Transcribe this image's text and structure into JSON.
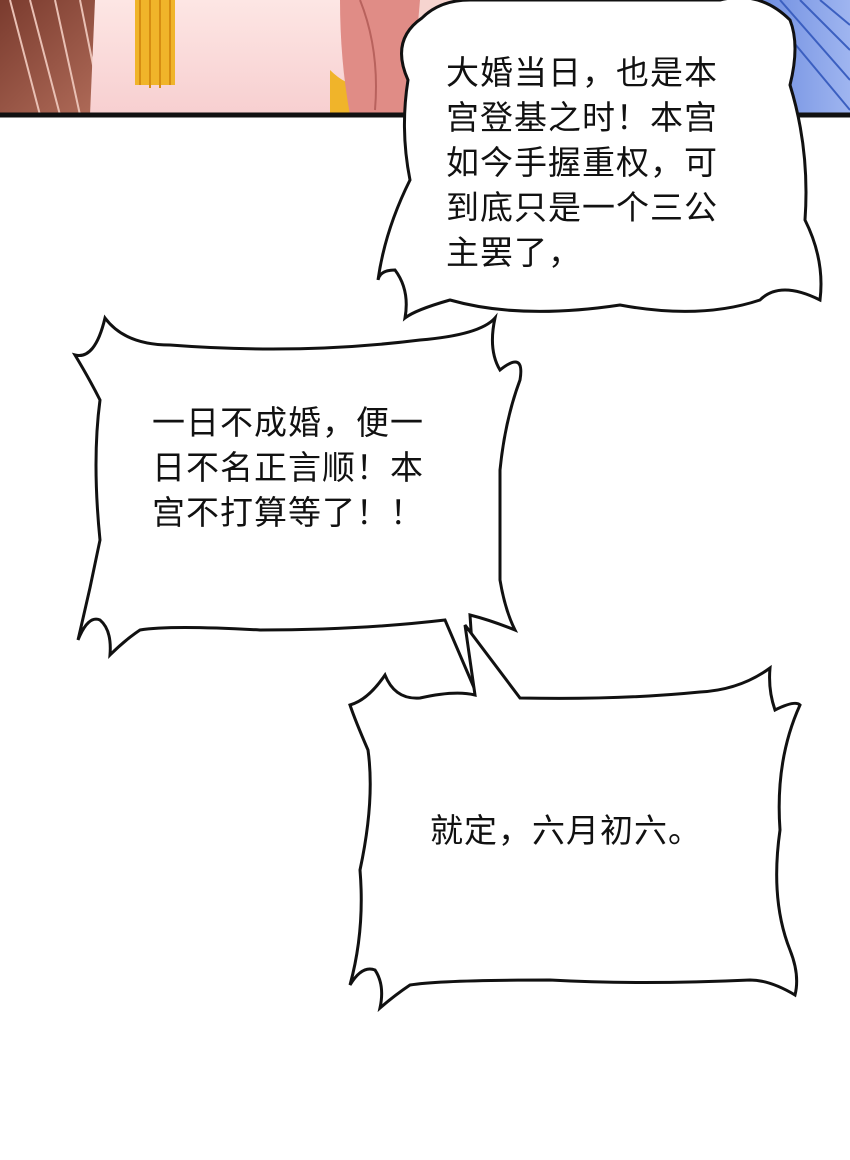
{
  "bubbles": [
    {
      "text": "大婚当日，也是本\n宫登基之时！本宫\n如今手握重权，可\n到底只是一个三公\n主罢了，"
    },
    {
      "text": "一日不成婚，便一\n日不名正言顺！本\n宫不打算等了！！"
    },
    {
      "text": "就定，六月初六。"
    }
  ]
}
